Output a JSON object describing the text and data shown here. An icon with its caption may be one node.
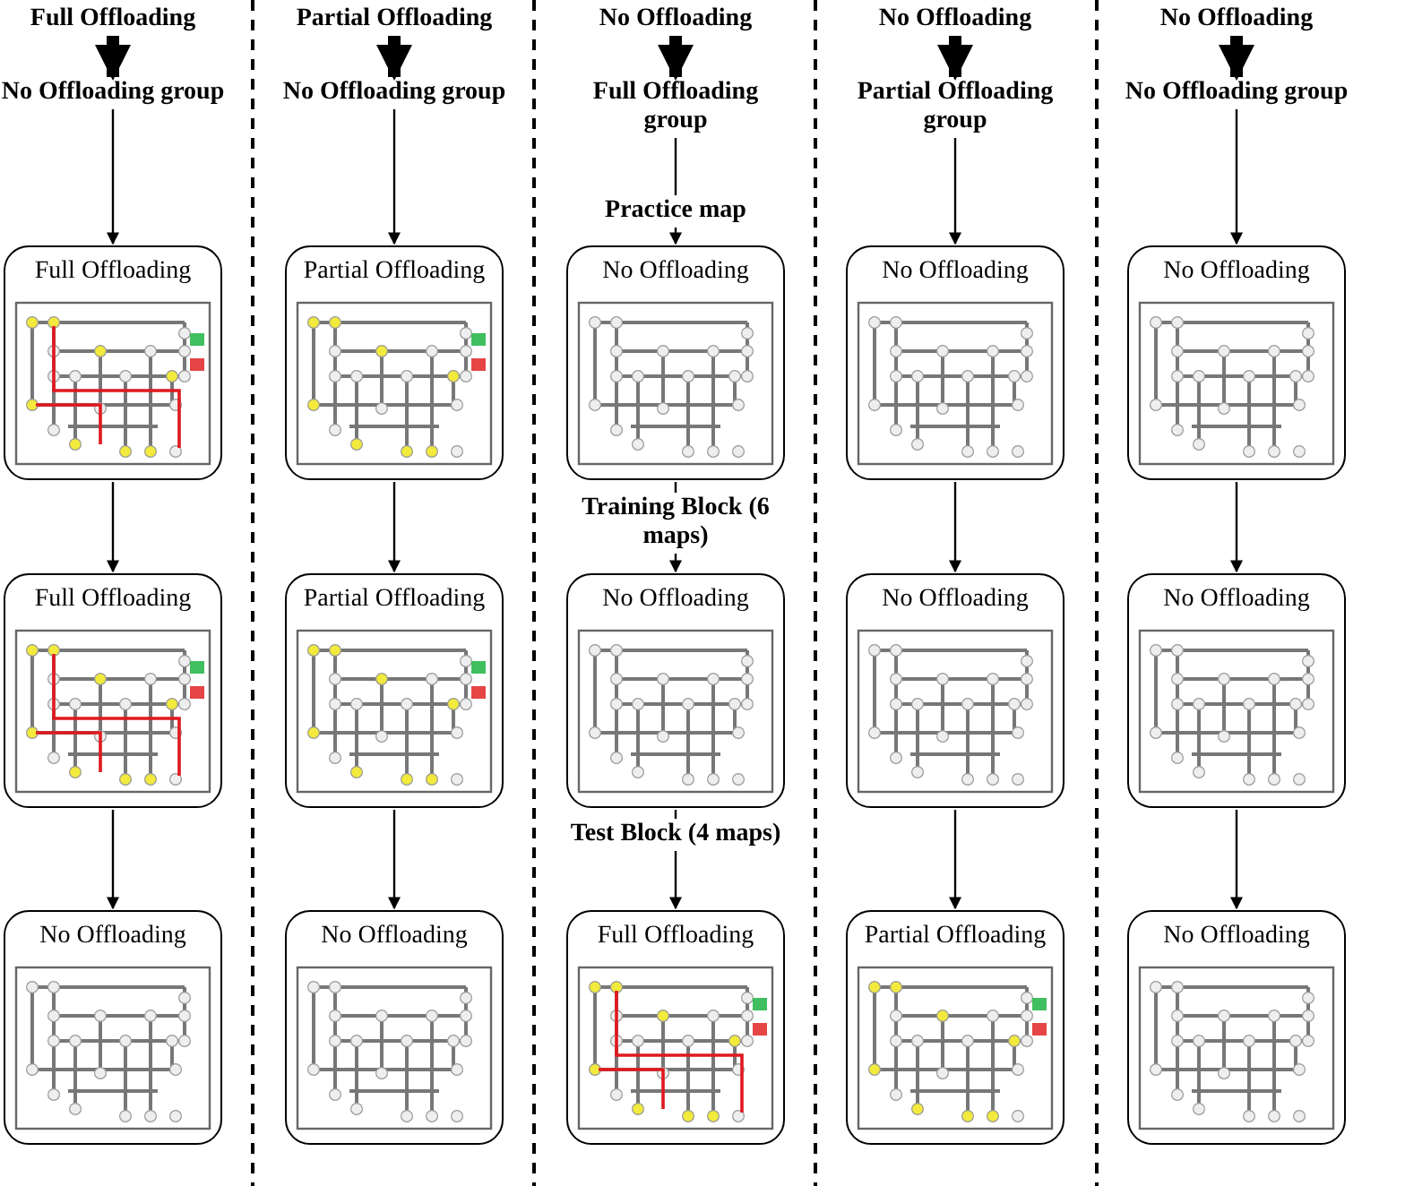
{
  "diagram": {
    "nodes": [
      {
        "text": [
          "Full Offloading"
        ]
      },
      {
        "text": [
          "No Offloading group"
        ]
      },
      {
        "text": [
          "Full Offloading"
        ]
      },
      {
        "text": [
          "Full Offloading"
        ]
      },
      {
        "text": [
          "No Offloading"
        ]
      },
      {
        "text": [
          "Partial Offloading"
        ]
      },
      {
        "text": [
          "No Offloading group"
        ]
      },
      {
        "text": [
          "Partial Offloading"
        ]
      },
      {
        "text": [
          "Partial Offloading"
        ]
      },
      {
        "text": [
          "No Offloading"
        ]
      },
      {
        "text": [
          "No Offloading"
        ]
      },
      {
        "text": [
          "Full Offloading group"
        ]
      },
      {
        "text": [
          "Practice map"
        ]
      },
      {
        "text": [
          "No Offloading"
        ]
      },
      {
        "text": [
          "Training Block (6 maps)"
        ]
      },
      {
        "text": [
          "No Offloading"
        ]
      },
      {
        "text": [
          "Test Block (4 maps)"
        ]
      },
      {
        "text": [
          "Full Offloading"
        ]
      },
      {
        "text": [
          "No Offloading"
        ]
      },
      {
        "text": [
          "Partial Offloading group"
        ]
      },
      {
        "text": [
          "No Offloading"
        ]
      },
      {
        "text": [
          "No Offloading"
        ]
      },
      {
        "text": [
          "Partial Offloading"
        ]
      },
      {
        "text": [
          "No Offloading"
        ]
      },
      {
        "text": [
          "No Offloading group"
        ]
      },
      {
        "text": [
          "No Offloading"
        ]
      },
      {
        "text": [
          "No Offloading"
        ]
      },
      {
        "text": [
          "No Offloading"
        ]
      }
    ],
    "edges": [
      {
        "from": 0,
        "to": 1,
        "arrow": "to",
        "style": "thick"
      },
      {
        "from": 1,
        "to": 2,
        "arrow": "to"
      },
      {
        "from": 2,
        "to": 3,
        "arrow": "to"
      },
      {
        "from": 3,
        "to": 4,
        "arrow": "to"
      },
      {
        "from": 5,
        "to": 6,
        "arrow": "to",
        "style": "thick"
      },
      {
        "from": 6,
        "to": 7,
        "arrow": "to"
      },
      {
        "from": 7,
        "to": 8,
        "arrow": "to"
      },
      {
        "from": 8,
        "to": 9,
        "arrow": "to"
      },
      {
        "from": 10,
        "to": 11,
        "arrow": "to",
        "style": "thick"
      },
      {
        "from": 11,
        "to": 12,
        "arrow": "none"
      },
      {
        "from": 12,
        "to": 13,
        "arrow": "to"
      },
      {
        "from": 13,
        "to": 14,
        "arrow": "none"
      },
      {
        "from": 14,
        "to": 15,
        "arrow": "to"
      },
      {
        "from": 15,
        "to": 16,
        "arrow": "none"
      },
      {
        "from": 16,
        "to": 17,
        "arrow": "to"
      },
      {
        "from": 18,
        "to": 19,
        "arrow": "to",
        "style": "thick"
      },
      {
        "from": 19,
        "to": 20,
        "arrow": "to"
      },
      {
        "from": 20,
        "to": 21,
        "arrow": "to"
      },
      {
        "from": 21,
        "to": 22,
        "arrow": "to"
      },
      {
        "from": 23,
        "to": 24,
        "arrow": "to",
        "style": "thick"
      },
      {
        "from": 24,
        "to": 25,
        "arrow": "to"
      },
      {
        "from": 25,
        "to": 26,
        "arrow": "to"
      },
      {
        "from": 26,
        "to": 27,
        "arrow": "to"
      }
    ]
  }
}
